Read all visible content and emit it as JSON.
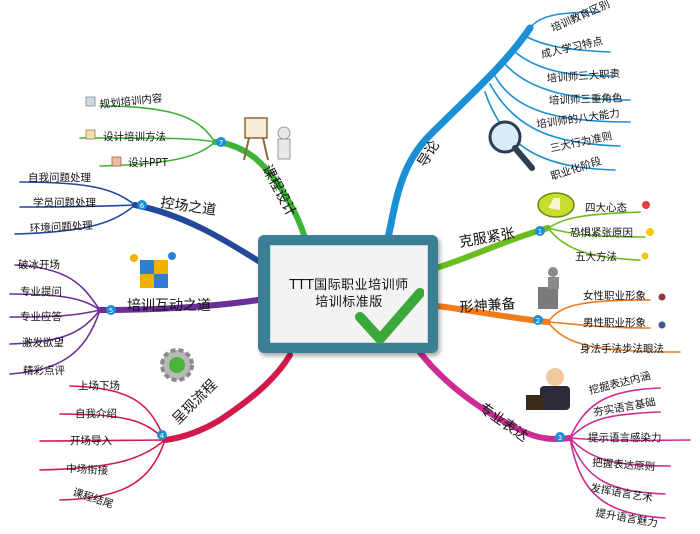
{
  "center": {
    "line1": "TTT国际职业培训师",
    "line2": "培训标准版"
  },
  "branches": [
    {
      "id": "daolun",
      "label": "导论",
      "color": "#1a8fd6",
      "items": [
        "培训教育区别",
        "成人学习特点",
        "培训师三大职责",
        "培训师三重角色",
        "培训师的八大能力",
        "三大行为准则",
        "职业化阶段"
      ]
    },
    {
      "id": "kefu",
      "label": "克服紧张",
      "color": "#6bbd1f",
      "badge": "1",
      "items": [
        "四大心态",
        "恐惧紧张原因",
        "五大方法"
      ]
    },
    {
      "id": "xingshen",
      "label": "形神兼备",
      "color": "#f07c1c",
      "badge": "2",
      "items": [
        "女性职业形象",
        "男性职业形象",
        "身法手法步法眼法"
      ]
    },
    {
      "id": "zhuanye",
      "label": "专业表达",
      "color": "#cc2d94",
      "badge": "3",
      "items": [
        "挖掘表达内涵",
        "夯实语言基础",
        "提示语言感染力",
        "把握表达原则",
        "发挥语言艺术",
        "提升语言魅力"
      ]
    },
    {
      "id": "kecheng",
      "label": "课程设计",
      "color": "#3fb23a",
      "badge": "7",
      "items": [
        "规划培训内容",
        "设计培训方法",
        "设计PPT"
      ]
    },
    {
      "id": "kongchang",
      "label": "控场之道",
      "color": "#23479a",
      "badge": "6",
      "items": [
        "自我问题处理",
        "学员问题处理",
        "环境问题处理"
      ]
    },
    {
      "id": "hudong",
      "label": "培训互动之道",
      "color": "#6b2f9a",
      "badge": "5",
      "items": [
        "破冰开场",
        "专业提问",
        "专业应答",
        "激发欲望",
        "精彩点评"
      ]
    },
    {
      "id": "chengxian",
      "label": "呈现流程",
      "color": "#d11a4a",
      "badge": "4",
      "items": [
        "上场下场",
        "自我介绍",
        "开场导入",
        "中场衔接",
        "课程结尾"
      ]
    }
  ],
  "icons": {
    "daolun": "magnifier-icon",
    "kefu": "thumbs-up-icon",
    "xingshen": "podium-icon",
    "zhuanye": "speaker-icon",
    "kecheng": "easel-icon",
    "hudong": "puzzle-people-icon",
    "chengxian": "gear-icon",
    "center": "checkmark-icon"
  }
}
